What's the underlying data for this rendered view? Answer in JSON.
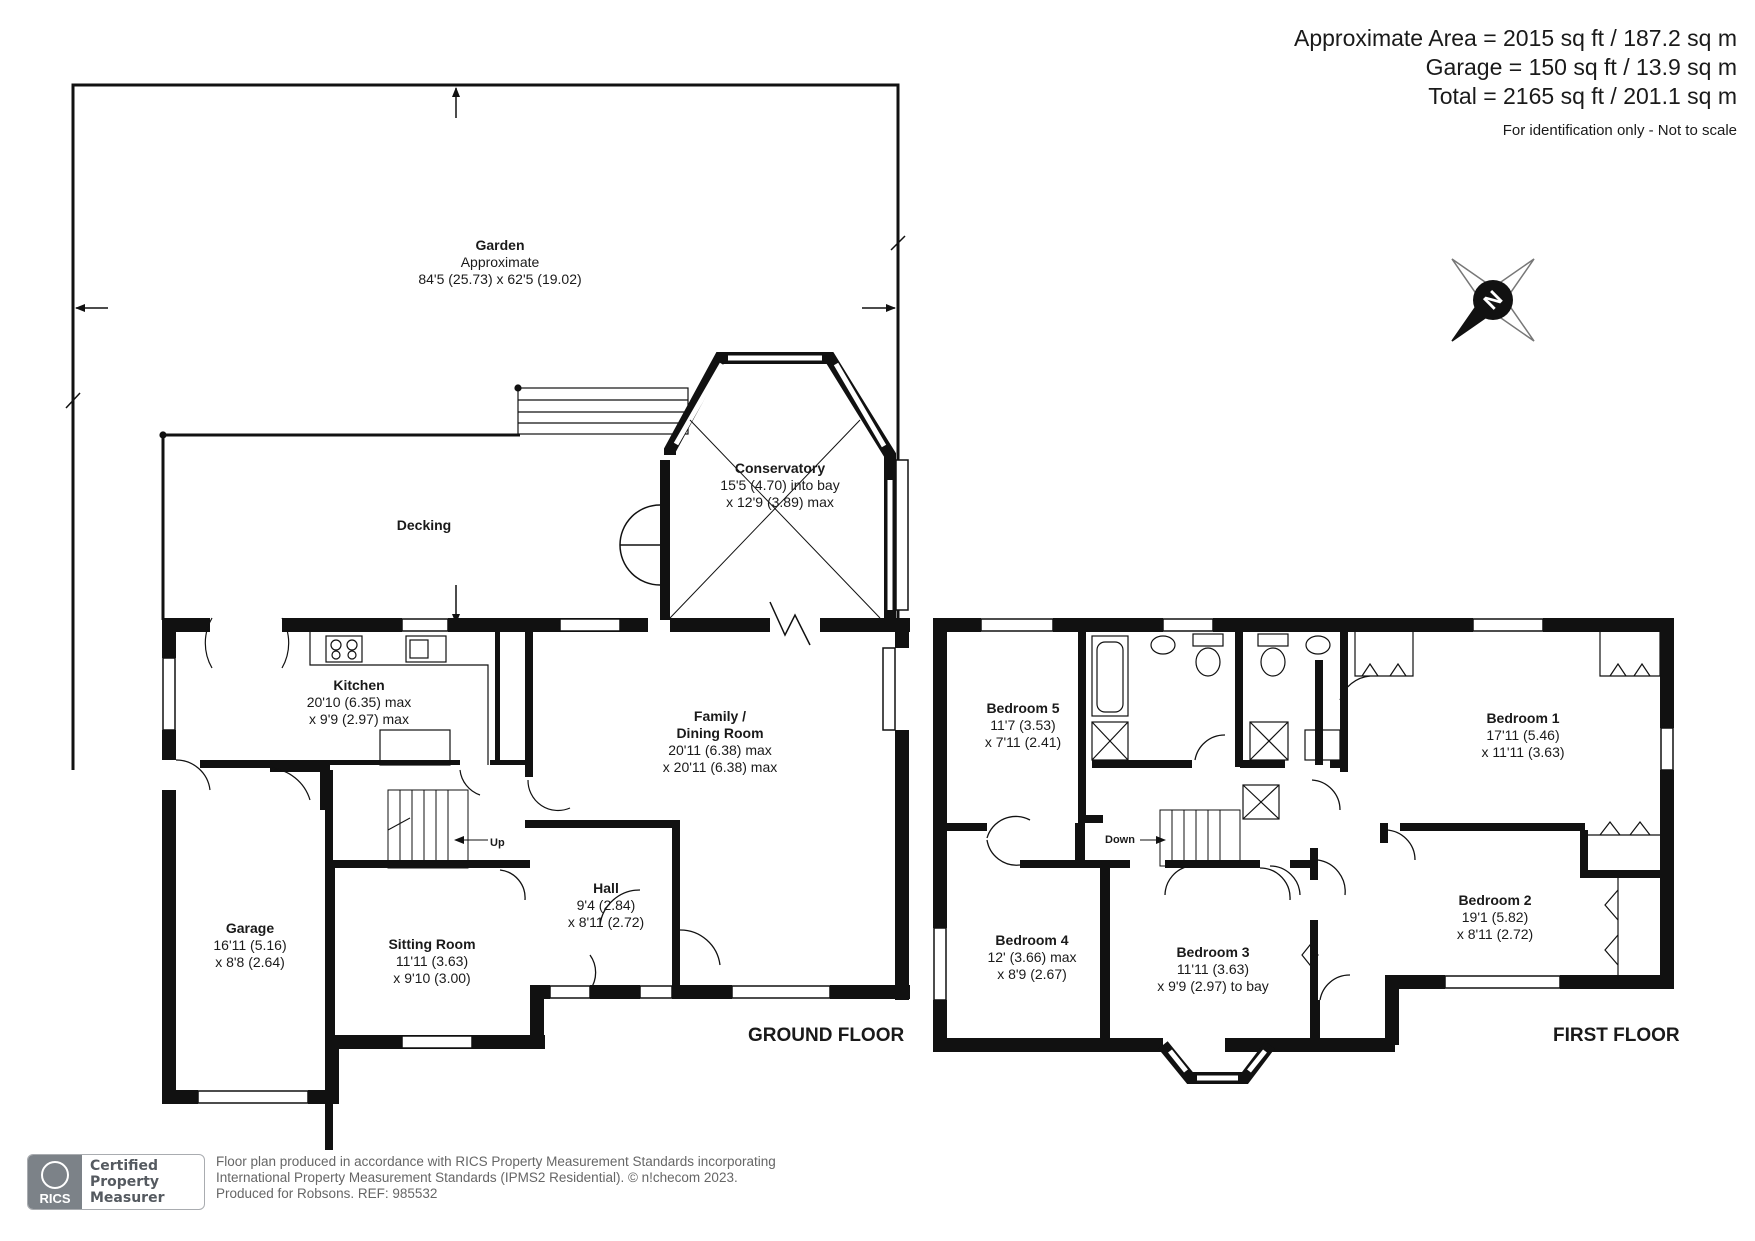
{
  "summary": {
    "area": "Approximate Area = 2015 sq ft / 187.2 sq m",
    "garage": "Garage = 150 sq ft / 13.9 sq m",
    "total": "Total = 2165 sq ft / 201.1 sq m",
    "note": "For identification only - Not to scale"
  },
  "compass": {
    "letter": "N"
  },
  "garden": {
    "name": "Garden",
    "line1": "Approximate",
    "line2": "84'5 (25.73) x 62'5 (19.02)"
  },
  "decking": {
    "name": "Decking"
  },
  "ground_floor": {
    "title": "GROUND FLOOR",
    "up_label": "Up",
    "rooms": [
      {
        "name": "Conservatory",
        "dim1": "15'5 (4.70) into bay",
        "dim2": "x 12'9 (3.89) max"
      },
      {
        "name": "Kitchen",
        "dim1": "20'10 (6.35) max",
        "dim2": "x 9'9 (2.97) max"
      },
      {
        "name": "Family /",
        "dim1": "Dining Room",
        "dim2": "20'11 (6.38) max",
        "dim3": "x 20'11 (6.38) max"
      },
      {
        "name": "Garage",
        "dim1": "16'11 (5.16)",
        "dim2": "x 8'8 (2.64)"
      },
      {
        "name": "Sitting Room",
        "dim1": "11'11 (3.63)",
        "dim2": "x 9'10 (3.00)"
      },
      {
        "name": "Hall",
        "dim1": "9'4 (2.84)",
        "dim2": "x 8'11 (2.72)"
      }
    ]
  },
  "first_floor": {
    "title": "FIRST FLOOR",
    "down_label": "Down",
    "rooms": [
      {
        "name": "Bedroom 5",
        "dim1": "11'7 (3.53)",
        "dim2": "x 7'11 (2.41)"
      },
      {
        "name": "Bedroom 1",
        "dim1": "17'11 (5.46)",
        "dim2": "x 11'11 (3.63)"
      },
      {
        "name": "Bedroom 2",
        "dim1": "19'1 (5.82)",
        "dim2": "x 8'11 (2.72)"
      },
      {
        "name": "Bedroom 4",
        "dim1": "12' (3.66) max",
        "dim2": "x 8'9 (2.67)"
      },
      {
        "name": "Bedroom 3",
        "dim1": "11'11 (3.63)",
        "dim2": "x 9'9 (2.97) to bay"
      }
    ]
  },
  "footer": {
    "badge_logo": "RICS",
    "badge_line1": "Certified",
    "badge_line2": "Property",
    "badge_line3": "Measurer",
    "line1": "Floor plan produced in accordance with RICS Property Measurement Standards incorporating",
    "line2": "International Property Measurement Standards (IPMS2 Residential).   © n!checom 2023.",
    "line3": "Produced for Robsons.   REF:  985532"
  },
  "colors": {
    "wall": "#111111",
    "window_fill": "#ffffff"
  }
}
